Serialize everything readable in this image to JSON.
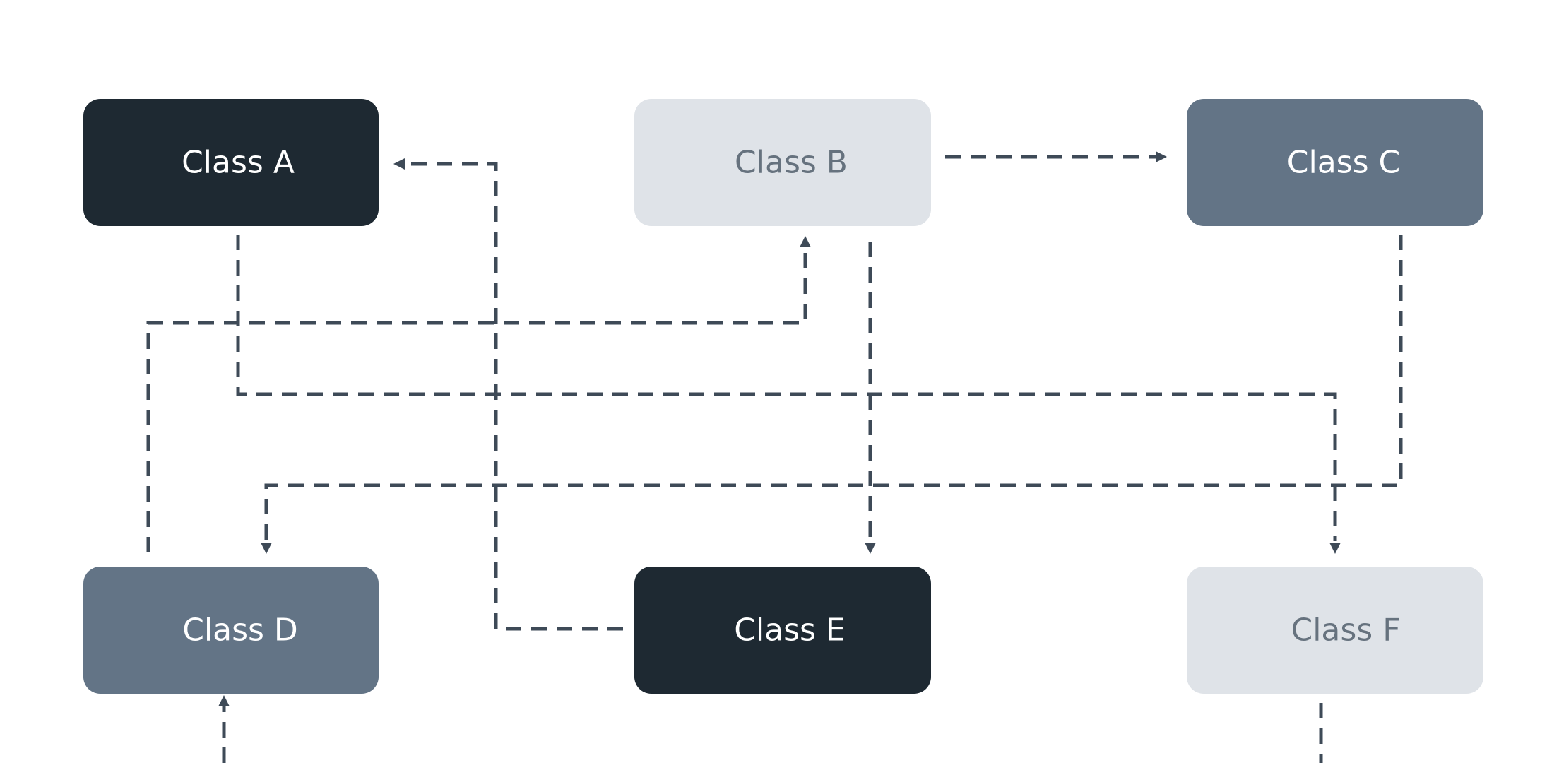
{
  "nodes": [
    {
      "id": "a",
      "label": "Class A",
      "fill": "#1e2932",
      "text_color": "#ffffff"
    },
    {
      "id": "b",
      "label": "Class B",
      "fill": "#dfe3e8",
      "text_color": "#66727e"
    },
    {
      "id": "c",
      "label": "Class C",
      "fill": "#637486",
      "text_color": "#ffffff"
    },
    {
      "id": "d",
      "label": "Class D",
      "fill": "#637486",
      "text_color": "#ffffff"
    },
    {
      "id": "e",
      "label": "Class E",
      "fill": "#1e2932",
      "text_color": "#ffffff"
    },
    {
      "id": "f",
      "label": "Class F",
      "fill": "#dfe3e8",
      "text_color": "#66727e"
    }
  ],
  "edges": [
    {
      "from": "b",
      "to": "c"
    },
    {
      "from": "e",
      "to": "a"
    },
    {
      "from": "d",
      "to": "b"
    },
    {
      "from": "a",
      "to": "f"
    },
    {
      "from": "c",
      "to": "d"
    },
    {
      "from": "b",
      "to": "e"
    }
  ],
  "colors": {
    "edge": "#3e4a57",
    "background": "#ffffff"
  }
}
